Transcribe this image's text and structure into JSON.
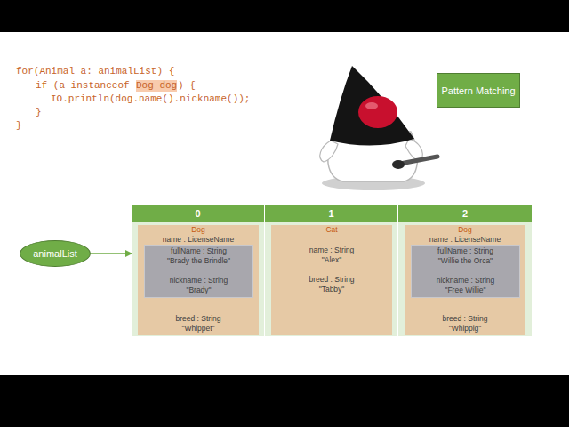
{
  "diagram": {
    "nodes": [
      {
        "text": [
          "Pattern Matching"
        ]
      },
      {
        "text": [
          "animalList"
        ]
      },
      {
        "text": [
          "0"
        ]
      },
      {
        "text": [
          "Dog",
          "name : LicenseName",
          "breed : String",
          "\"Whippet\""
        ],
        "in": 2
      },
      {
        "text": [
          "fullName : String",
          "\"Brady the Brindle\"",
          "nickname : String",
          "\"Brady\""
        ],
        "in": 3
      },
      {
        "text": [
          "1"
        ]
      },
      {
        "text": [
          "Cat",
          "name : String",
          "\"Alex\"",
          "breed : String",
          "\"Tabby\""
        ],
        "in": 5
      },
      {
        "text": [
          "2"
        ]
      },
      {
        "text": [
          "Dog",
          "name : LicenseName",
          "breed : String",
          "\"Whippig\""
        ],
        "in": 7
      },
      {
        "text": [
          "fullName : String",
          "\"Willie the Orca\"",
          "nickname : String",
          "\"Free Willie\""
        ],
        "in": 8
      }
    ],
    "edges": [
      {
        "from": 1,
        "to": 2,
        "arrow": "to"
      }
    ],
    "labels": [
      "for(Animal a: animalList) {",
      "if (a instanceof",
      "Dog dog",
      ") {",
      "IO.println(dog.name().nickname());",
      "}",
      "}"
    ]
  }
}
